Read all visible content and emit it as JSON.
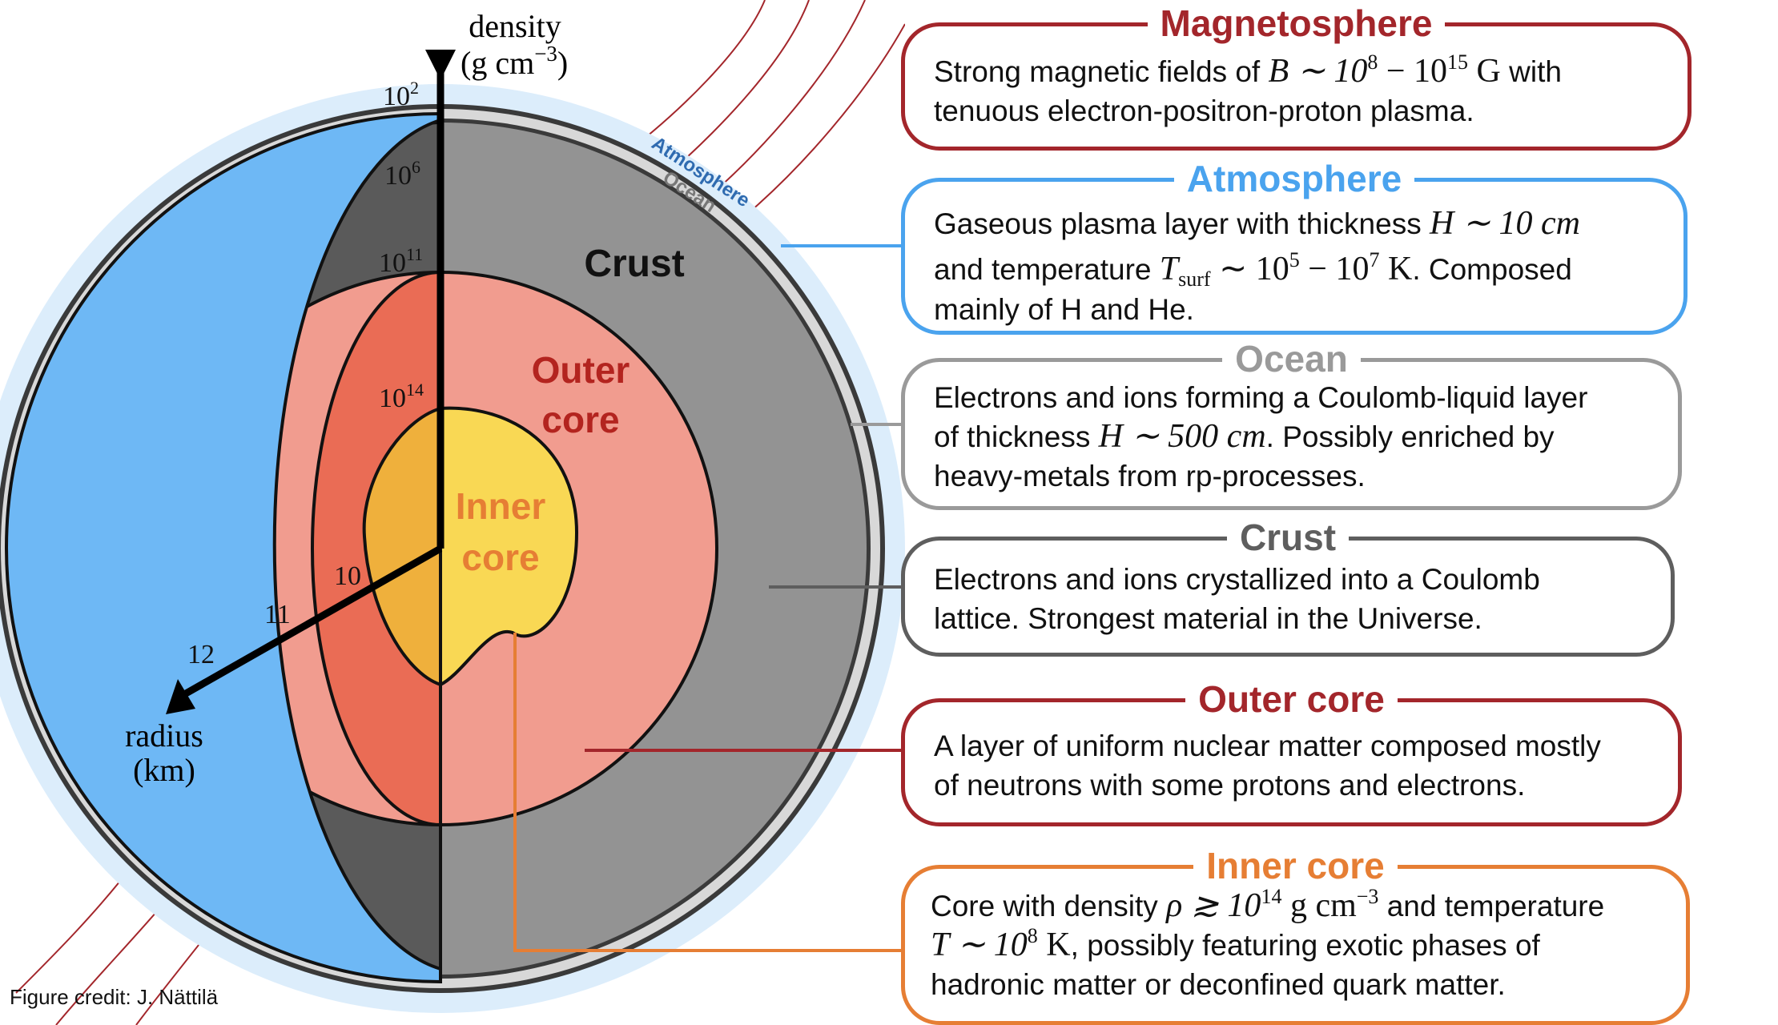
{
  "axes": {
    "density_label": "density",
    "density_unit_base": "(g cm",
    "density_unit_exp": "−3",
    "density_unit_close": ")",
    "radius_label": "radius",
    "radius_unit": "(km)",
    "density_ticks": [
      {
        "base": "10",
        "exp": "2"
      },
      {
        "base": "10",
        "exp": "6"
      },
      {
        "base": "10",
        "exp": "11"
      },
      {
        "base": "10",
        "exp": "14"
      }
    ],
    "radius_ticks": [
      "10",
      "11",
      "12"
    ]
  },
  "diagram_labels": {
    "crust": "Crust",
    "outer_core_1": "Outer",
    "outer_core_2": "core",
    "inner_core_1": "Inner",
    "inner_core_2": "core",
    "atmosphere": "Atmosphere",
    "ocean": "Ocean"
  },
  "cards": {
    "magnetosphere": {
      "title": "Magnetosphere",
      "color": "#a3262b",
      "line1_pre": "Strong magnetic fields of ",
      "line1_math": "B ∼ 10",
      "exp1": "8",
      "math_mid": " − 10",
      "exp2": "15",
      "unit": " G",
      "line1_post": " with",
      "line2": "tenuous electron-positron-proton plasma."
    },
    "atmosphere": {
      "title": "Atmosphere",
      "color": "#4aa3ee",
      "line1_pre": "Gaseous plasma layer with thickness ",
      "line1_math": "H ∼ 10 cm",
      "line2_pre": "and temperature ",
      "T": "T",
      "sub": "surf",
      "math2": " ∼ 10",
      "exp1": "5",
      "math3": " − 10",
      "exp2": "7",
      "unit": " K",
      "line2_post": ". Composed",
      "line3": "mainly of H and He."
    },
    "ocean": {
      "title": "Ocean",
      "color": "#9a9a9a",
      "line1": "Electrons and ions forming a Coulomb-liquid layer",
      "line2_pre": "of thickness ",
      "line2_math": "H ∼ 500 cm",
      "line2_post": ". Possibly enriched by",
      "line3": "heavy-metals from rp-processes."
    },
    "crust": {
      "title": "Crust",
      "color": "#5e5e5e",
      "line1": "Electrons and ions crystallized into a Coulomb",
      "line2": "lattice. Strongest material in the Universe."
    },
    "outer_core": {
      "title": "Outer core",
      "color": "#a3262b",
      "line1": "A layer of uniform nuclear matter composed mostly",
      "line2": "of neutrons with some protons and electrons."
    },
    "inner_core": {
      "title": "Inner core",
      "color": "#e67e34",
      "line1_pre": "Core with density ",
      "line1_math": "ρ ≳ 10",
      "exp1": "14",
      "line1_unit": " g cm",
      "exp2": "−3",
      "line1_post": " and temperature",
      "line2_math": "T ∼ 10",
      "exp3": "8",
      "line2_unit": " K",
      "line2_post": ", possibly featuring exotic phases of",
      "line3": "hadronic matter or deconfined quark matter."
    }
  },
  "credit": "Figure credit: J. Nättilä",
  "colors": {
    "magnetosphere_glow": "#dcedfb",
    "atmosphere_ring": "#3a3a3a",
    "ocean_ring": "#d8d8d8",
    "crust_front": "#939393",
    "crust_cut": "#5a5a5a",
    "outer_core_front": "#f19c8f",
    "outer_core_cut": "#ea6c55",
    "inner_core_front": "#f9d854",
    "inner_core_cut": "#efb03c",
    "star_surface": "#6eb8f5",
    "field_lines": "#a3262b"
  }
}
